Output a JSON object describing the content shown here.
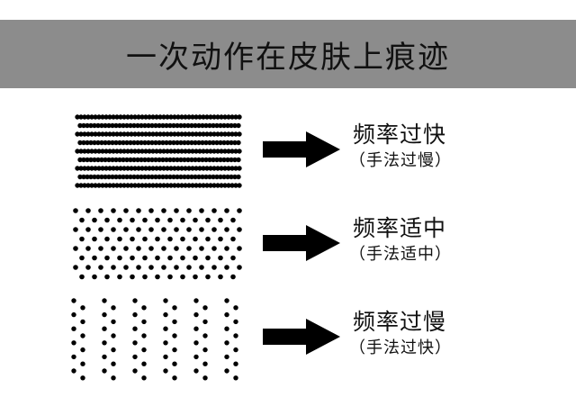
{
  "header": {
    "title": "一次动作在皮肤上痕迹"
  },
  "rows": [
    {
      "label": "频率过快",
      "sublabel": "（手法过慢）"
    },
    {
      "label": "频率适中",
      "sublabel": "（手法适中）"
    },
    {
      "label": "频率过慢",
      "sublabel": "（手法过快）"
    }
  ],
  "colors": {
    "header_bg": "#8c8c8c",
    "dots": "#000000"
  }
}
